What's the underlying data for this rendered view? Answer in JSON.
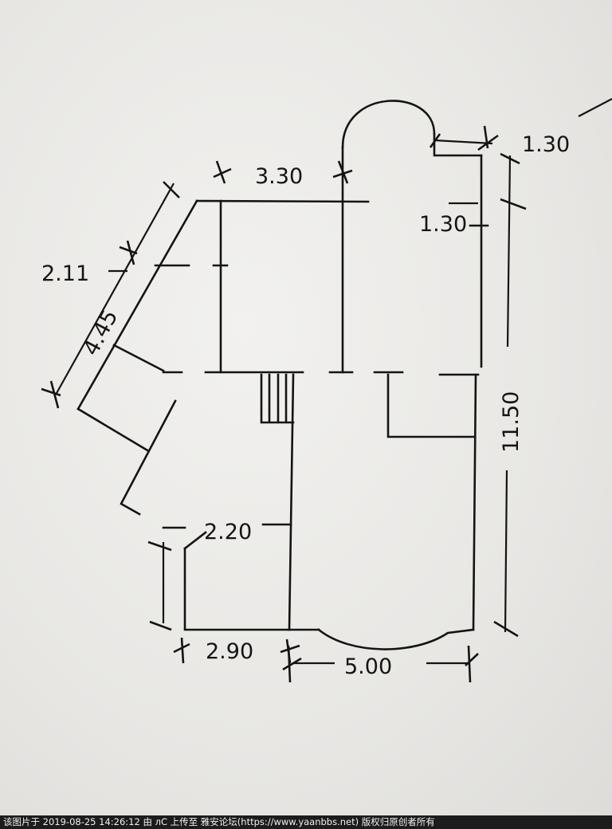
{
  "dimensions": {
    "d_330": "3.30",
    "d_130_top": "1.30",
    "d_130_mid": "1.30",
    "d_211": "2.11",
    "d_445": "4.45",
    "d_1150": "11.50",
    "d_220": "2.20",
    "d_290": "2.90",
    "d_500": "5.00"
  },
  "footer": {
    "caption": "该图片于 2019-08-25 14:26:12 由 лС 上传至 雅安论坛(https://www.yaanbbs.net) 版权归原创者所有"
  }
}
